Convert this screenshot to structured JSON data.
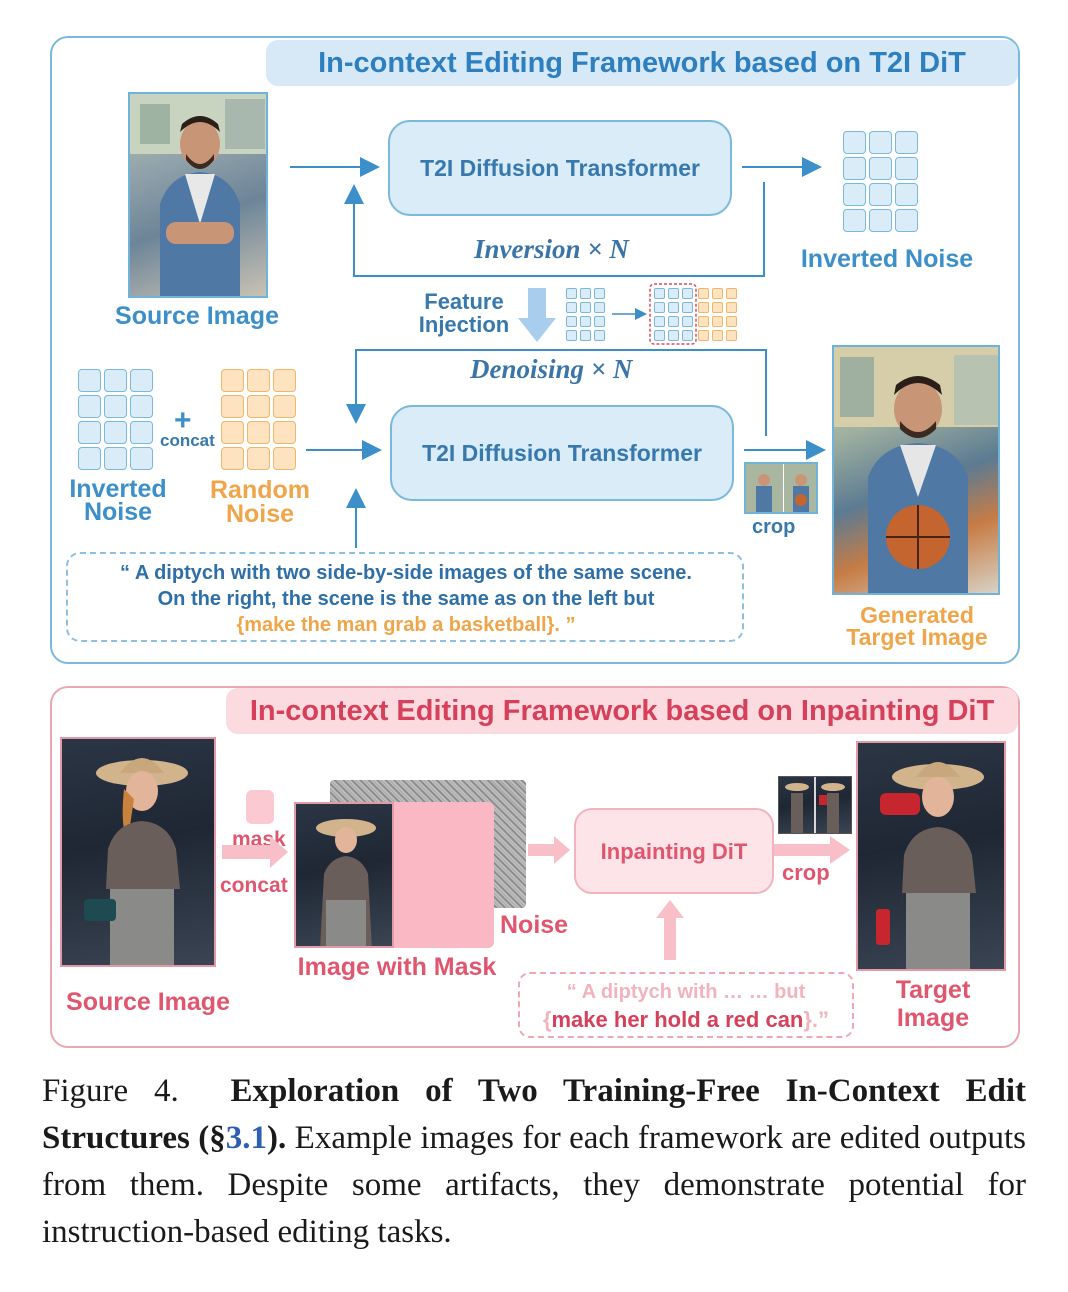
{
  "top": {
    "title": "In-context Editing Framework based on T2I DiT",
    "block_upper": "T2I Diffusion Transformer",
    "block_lower": "T2I Diffusion Transformer",
    "inversion": "Inversion × N",
    "denoising": "Denoising × N",
    "feature_injection": [
      "Feature",
      "Injection"
    ],
    "source_image": "Source Image",
    "inverted_noise_top": "Inverted Noise",
    "inverted_noise_left": [
      "Inverted",
      "Noise"
    ],
    "random_noise": [
      "Random",
      "Noise"
    ],
    "concat": "concat",
    "plus": "+",
    "crop": "crop",
    "generated_target": [
      "Generated",
      "Target Image"
    ],
    "prompt": {
      "line1": "“ A diptych with two side-by-side images of the same scene.",
      "line2": "On the right, the scene is the same as on the left  but",
      "line3_highlight": "{make the man grab a basketball}",
      "line3_tail": ". ”"
    }
  },
  "bottom": {
    "title": "In-context Editing Framework based on Inpainting DiT",
    "mask": "mask",
    "concat": "concat",
    "noise": "Noise",
    "image_with_mask": "Image with Mask",
    "source_image": "Source Image",
    "block": "Inpainting DiT",
    "crop": "crop",
    "target_image": [
      "Target",
      "Image"
    ],
    "prompt": {
      "line1": "“ A diptych with … … but",
      "line2_open": "{",
      "line2_highlight": "make her hold a red can",
      "line2_close": "}.”"
    }
  },
  "caption": {
    "label": "Figure 4.",
    "bold": "Exploration of Two Training-Free In-Context Edit Structures (§",
    "ref": "3.1",
    "bold_end": ").",
    "text": " Example images for each framework are edited outputs from them. Despite some artifacts, they demonstrate potential for instruction-based editing tasks."
  },
  "colors": {
    "blue_accent": "#3d8fc9",
    "blue_block_fill": "#d9ecf8",
    "orange_accent": "#f0a54a",
    "pink_accent": "#e0566e",
    "pink_block_fill": "#fbe1e5"
  }
}
